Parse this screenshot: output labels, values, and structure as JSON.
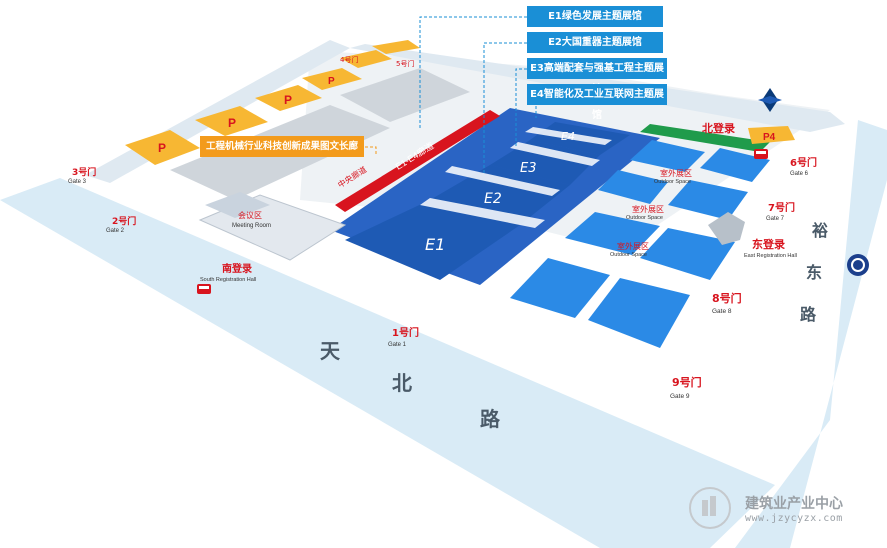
{
  "legend": [
    {
      "id": "e1",
      "label": "E1绿色发展主题展馆"
    },
    {
      "id": "e2",
      "label": "E2大国重器主题展馆"
    },
    {
      "id": "e3",
      "label": "E3高端配套与强基工程主题展馆"
    },
    {
      "id": "e4",
      "label": "E4智能化及工业互联网主题展馆"
    }
  ],
  "callout": "工程机械行业科技创新成果图文长廊",
  "halls": {
    "e1": "E1",
    "e2": "E2",
    "e3": "E3",
    "e4": "E4"
  },
  "roads": {
    "tianbei": [
      "天",
      "北",
      "路"
    ],
    "yudong": [
      "裕",
      "东",
      "路"
    ]
  },
  "gates": {
    "g1": {
      "label": "1号门",
      "sub": "Gate 1"
    },
    "g2": {
      "label": "2号门",
      "sub": "Gate 2"
    },
    "g3": {
      "label": "3号门",
      "sub": "Gate 3"
    },
    "g6": {
      "label": "6号门",
      "sub": "Gate 6"
    },
    "g7": {
      "label": "7号门",
      "sub": "Gate 7"
    },
    "g8": {
      "label": "8号门",
      "sub": "Gate 8"
    },
    "g9": {
      "label": "9号门",
      "sub": "Gate 9"
    }
  },
  "registration": {
    "north": "北登录",
    "east": "东登录",
    "east_sub": "East Registration Hall",
    "south": "南登录",
    "south_sub": "South Registration Hall"
  },
  "outdoor": [
    {
      "label": "室外展区",
      "sub": "Outdoor Space"
    },
    {
      "label": "室外展区",
      "sub": "Outdoor Space"
    },
    {
      "label": "室外展区",
      "sub": "Outdoor Space"
    }
  ],
  "misc": {
    "central_corridor": "中央廊道",
    "e1_e4_corridor": "E1-E4廊道",
    "meeting_room": "会议区",
    "meeting_room_sub": "Meeting Room",
    "p4": "P4",
    "parking": "P",
    "gate4": "4号门",
    "gate5": "5号门"
  },
  "watermark": {
    "title": "建筑业产业中心",
    "url": "www.jzycyzx.com"
  },
  "colors": {
    "hall_blue": "#1e5ab4",
    "legend_blue": "#1a8fd6",
    "road": "#d9ebf6",
    "parking": "#f7b733",
    "callout": "#f39b1c",
    "corridor": "#d8141e",
    "green": "#1f9b4b"
  }
}
